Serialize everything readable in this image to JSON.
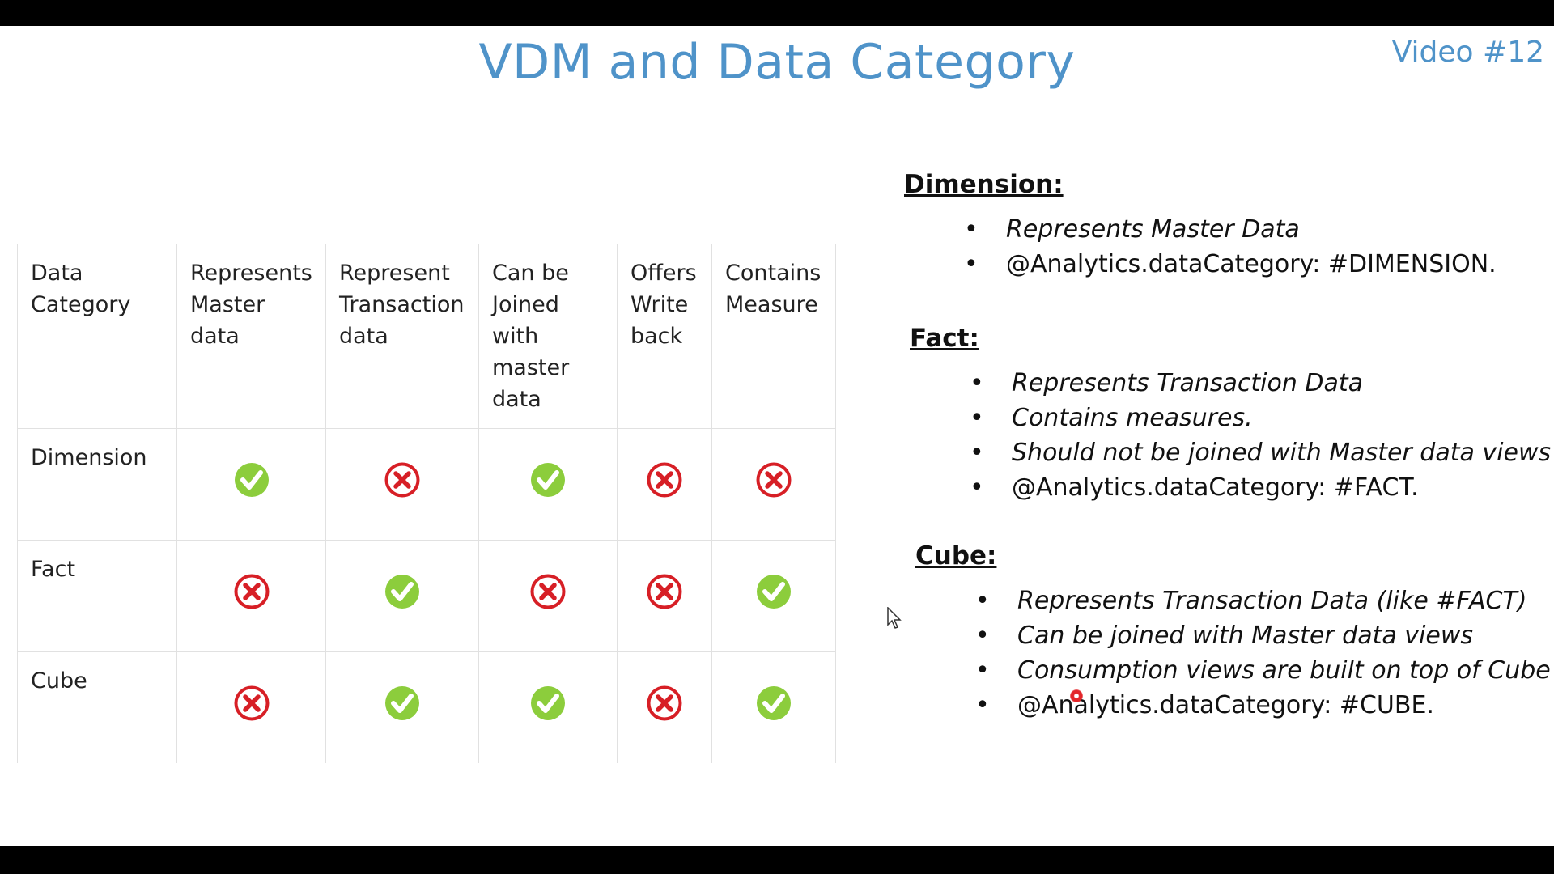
{
  "title": "VDM and Data Category",
  "video_tag": "Video #12",
  "table": {
    "headers": [
      "Data Category",
      "Represents Master data",
      "Represent Transaction data",
      "Can be Joined with master data",
      "Offers Write back",
      "Contains Measure"
    ],
    "header_lines": [
      [
        "Data",
        "Category"
      ],
      [
        "Represents",
        "Master",
        "data"
      ],
      [
        "Represent",
        "Transaction",
        "data"
      ],
      [
        "Can be",
        "Joined",
        "with",
        "master",
        "data"
      ],
      [
        "Offers",
        "Write",
        "back"
      ],
      [
        "Contains",
        "Measure"
      ]
    ],
    "rows": [
      {
        "label": "Dimension",
        "values": [
          true,
          false,
          true,
          false,
          false
        ]
      },
      {
        "label": "Fact",
        "values": [
          false,
          true,
          false,
          false,
          true
        ]
      },
      {
        "label": "Cube",
        "values": [
          false,
          true,
          true,
          false,
          true
        ]
      }
    ],
    "icons": {
      "yes": "check-icon",
      "no": "cross-icon"
    }
  },
  "colors": {
    "title": "#4f93c9",
    "check": "#8ccd3c",
    "cross": "#d71f26"
  },
  "sections": [
    {
      "heading": "Dimension:",
      "bullet": "•",
      "items": [
        {
          "text": "Represents Master Data",
          "italic": true
        },
        {
          "text": "@Analytics.dataCategory: #DIMENSION.",
          "italic": false
        }
      ]
    },
    {
      "heading": "Fact:",
      "bullet": "•",
      "items": [
        {
          "text": "Represents Transaction Data",
          "italic": true
        },
        {
          "text": "Contains measures.",
          "italic": true
        },
        {
          "text": "Should not be joined with Master data views",
          "italic": true
        },
        {
          "text": "@Analytics.dataCategory: #FACT.",
          "italic": false
        }
      ]
    },
    {
      "heading": "Cube:",
      "bullet": "•",
      "items": [
        {
          "text": "Represents Transaction Data (like #FACT)",
          "italic": true
        },
        {
          "text": "Can be joined with Master data views",
          "italic": true
        },
        {
          "text": "Consumption views are built on top of Cube",
          "italic": true
        },
        {
          "text": "@Analytics.dataCategory: #CUBE.",
          "italic": false
        }
      ]
    }
  ]
}
